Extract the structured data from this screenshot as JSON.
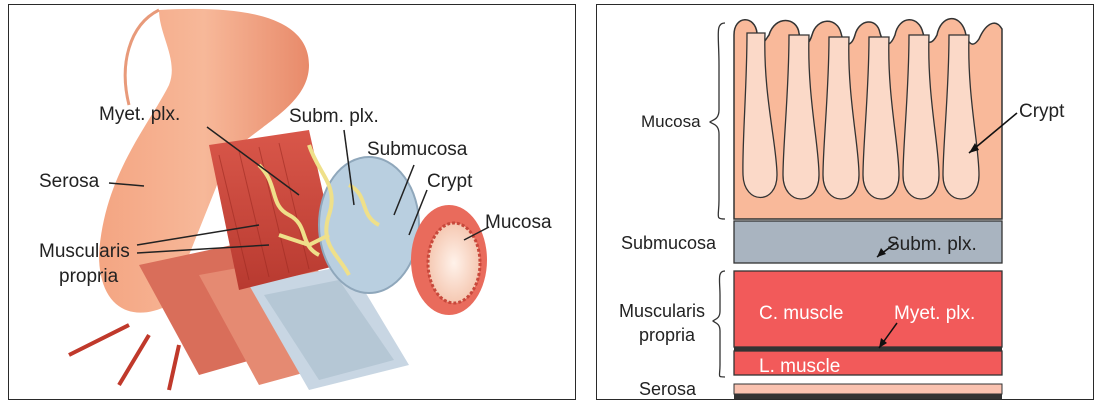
{
  "left": {
    "labels": {
      "myenteric": "Myet. plx.",
      "submucosal_plexus": "Subm. plx.",
      "submucosa": "Submucosa",
      "crypt": "Crypt",
      "mucosa": "Mucosa",
      "serosa": "Serosa",
      "muscularis_line1": "Muscularis",
      "muscularis_line2": "propria"
    }
  },
  "right": {
    "labels": {
      "mucosa": "Mucosa",
      "crypt": "Crypt",
      "submucosa": "Submucosa",
      "subm_plexus": "Subm. plx.",
      "muscularis_line1": "Muscularis",
      "muscularis_line2": "propria",
      "circular_muscle": "C. muscle",
      "myenteric_plexus": "Myet. plx.",
      "longitudinal_muscle": "L. muscle",
      "serosa": "Serosa"
    },
    "colors": {
      "mucosa": "#f9b99a",
      "crypt": "#fbd9c8",
      "submucosa": "#a9b4c0",
      "muscle": "#f25a5a",
      "serosa": "#f9c2b0"
    }
  }
}
